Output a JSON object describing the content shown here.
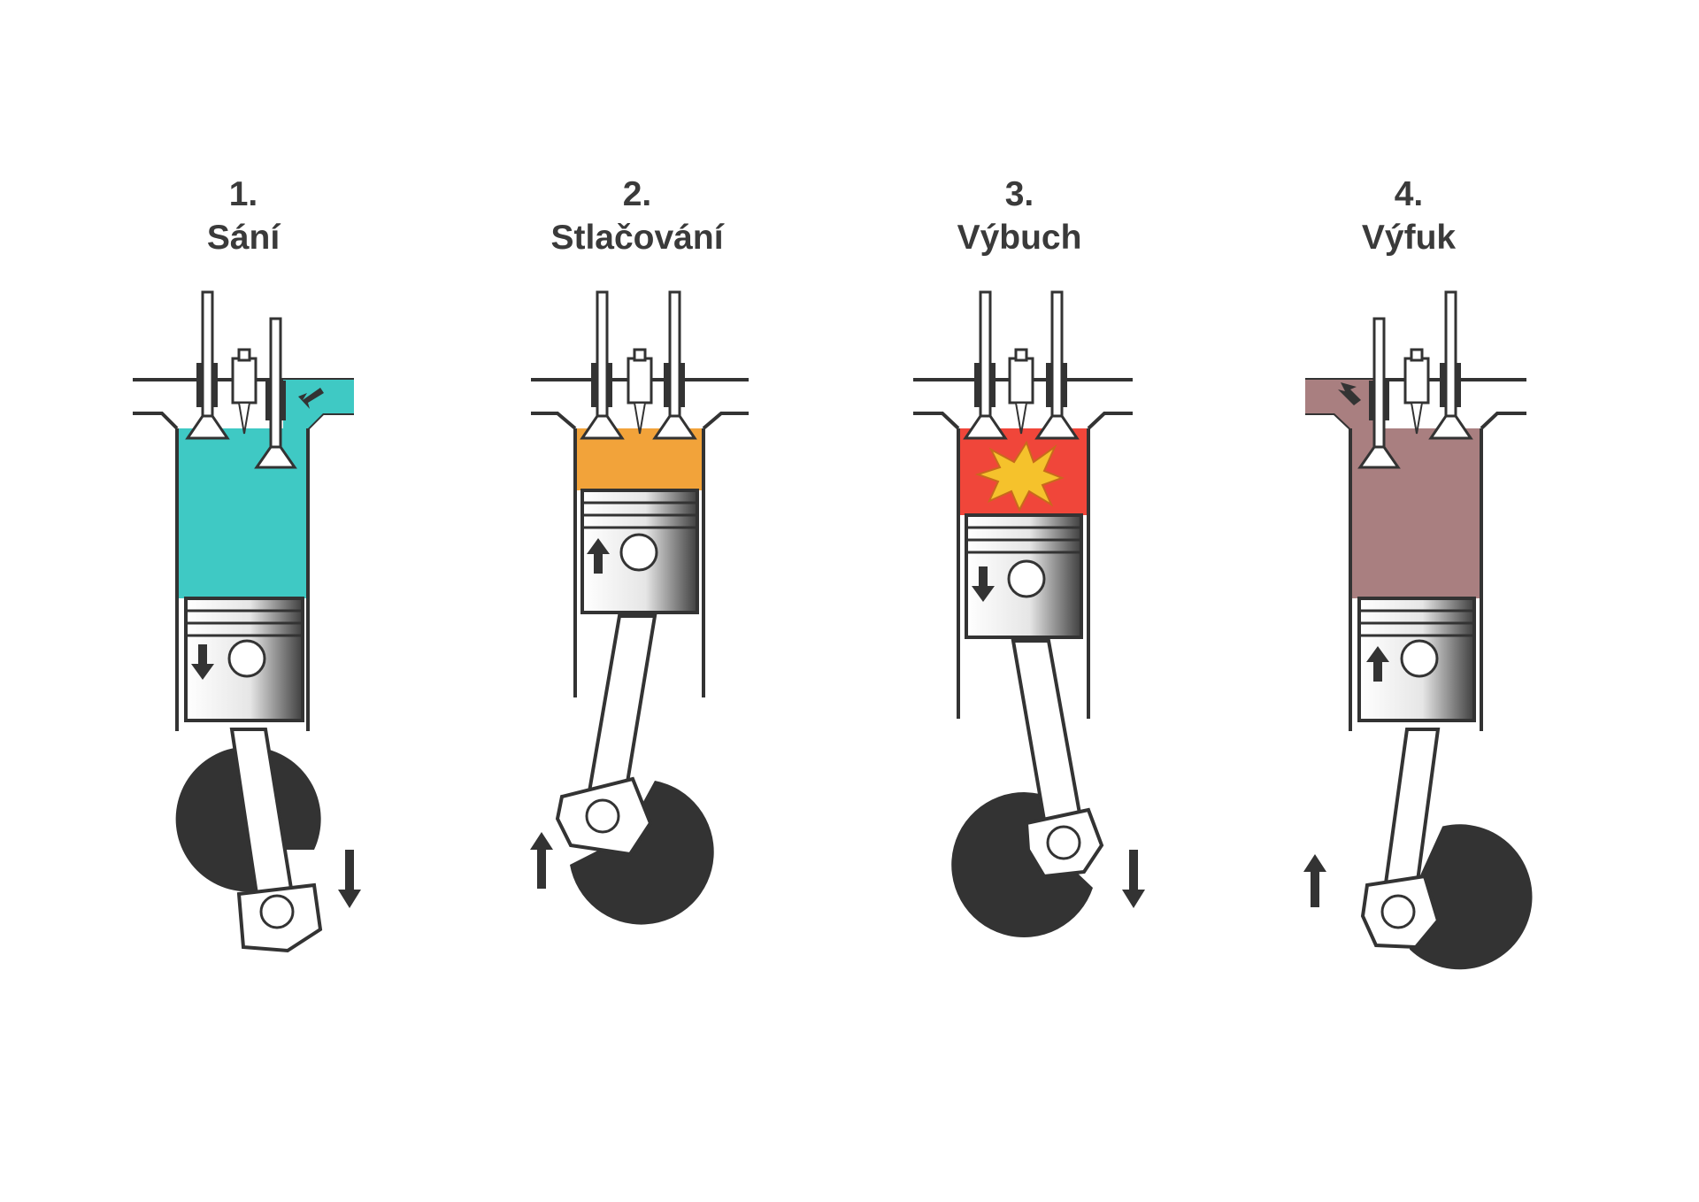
{
  "stages": [
    {
      "number": "1.",
      "name": "Sání",
      "gas_color": "#3fc9c4",
      "piston_direction": "down",
      "crank_arrow": "down",
      "active_port": "right",
      "icon": "intake-arrow-icon"
    },
    {
      "number": "2.",
      "name": "Stlačování",
      "gas_color": "#f2a33a",
      "piston_direction": "up",
      "crank_arrow": "up",
      "active_port": "none",
      "icon": "none"
    },
    {
      "number": "3.",
      "name": "Výbuch",
      "gas_color": "#f0463a",
      "piston_direction": "down",
      "crank_arrow": "down",
      "active_port": "none",
      "icon": "explosion-icon"
    },
    {
      "number": "4.",
      "name": "Výfuk",
      "gas_color": "#a97f80",
      "piston_direction": "up",
      "crank_arrow": "up",
      "active_port": "left",
      "icon": "exhaust-arrow-icon"
    }
  ],
  "colors": {
    "outline": "#333333",
    "crank_disc": "#333333",
    "text": "#3a3a3a",
    "background": "#ffffff"
  }
}
